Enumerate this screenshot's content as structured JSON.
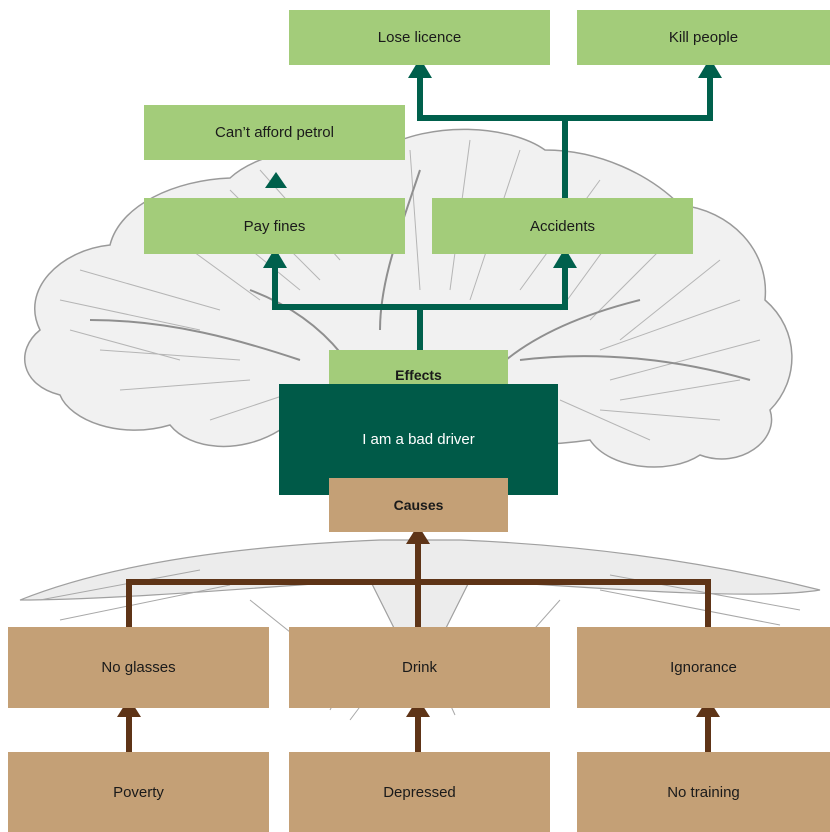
{
  "colors": {
    "effect_box": "#a3cc7a",
    "cause_box": "#c4a076",
    "core_box": "#005a48",
    "effect_arrow": "#00604c",
    "cause_arrow": "#5e3417",
    "tree_sketch": "#9a9a9a"
  },
  "core_problem": "I am a bad driver",
  "effects_label": "Effects",
  "causes_label": "Causes",
  "effects": {
    "lose_licence": "Lose licence",
    "kill_people": "Kill people",
    "cant_afford_petrol": "Can’t afford petrol",
    "pay_fines": "Pay fines",
    "accidents": "Accidents"
  },
  "causes": {
    "no_glasses": "No glasses",
    "drink": "Drink",
    "ignorance": "Ignorance"
  },
  "root_causes": {
    "poverty": "Poverty",
    "depressed": "Depressed",
    "no_training": "No training"
  }
}
